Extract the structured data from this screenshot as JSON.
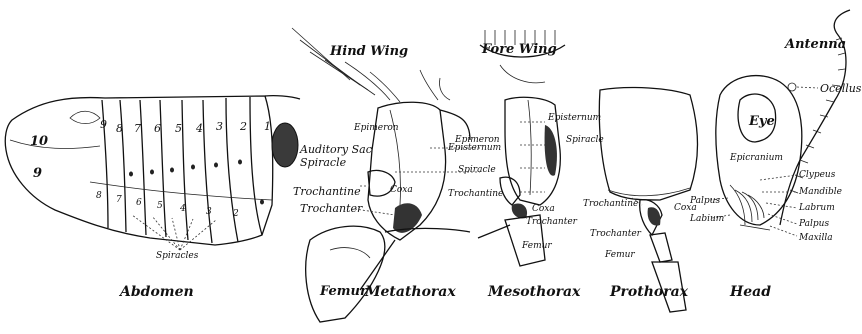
{
  "sections": [
    {
      "name": "abdomen",
      "caption": "Abdomen"
    },
    {
      "name": "metathorax",
      "caption": "Metathorax"
    },
    {
      "name": "mesothorax",
      "caption": "Mesothorax"
    },
    {
      "name": "prothorax",
      "caption": "Prothorax"
    },
    {
      "name": "head",
      "caption": "Head"
    }
  ],
  "abdomen": {
    "upper_numbers": [
      "10",
      "9",
      "8",
      "7",
      "6",
      "5",
      "4",
      "3",
      "2",
      "1"
    ],
    "lower_numbers": [
      "9",
      "8",
      "7",
      "6",
      "5",
      "4",
      "3",
      "2"
    ],
    "labels": {
      "spiracles": "Spiracles",
      "auditory_sac": "Auditory Sac",
      "spiracle": "Spiracle"
    }
  },
  "metathorax": {
    "labels": {
      "hind_wing": "Hind Wing",
      "epimeron": "Epimeron",
      "trochantine": "Trochantine",
      "trochanter": "Trochanter",
      "coxa": "Coxa",
      "femur": "Femur",
      "episternum": "Episternum"
    }
  },
  "mesothorax": {
    "labels": {
      "fore_wing": "Fore Wing",
      "epimeron": "Epimeron",
      "episternum": "Episternum",
      "spiracle_left": "Spiracle",
      "spiracle_right": "Spiracle",
      "trochantine": "Trochantine",
      "coxa": "Coxa",
      "trochanter": "Trochanter",
      "femur": "Femur"
    }
  },
  "prothorax": {
    "labels": {
      "trochantine": "Trochantine",
      "coxa": "Coxa",
      "trochanter": "Trochanter",
      "femur": "Femur"
    }
  },
  "head": {
    "labels": {
      "antenna": "Antenna",
      "ocellus": "Ocellus",
      "eye": "Eye",
      "epicranium": "Epicranium",
      "clypeus": "Clypeus",
      "mandible": "Mandible",
      "labrum": "Labrum",
      "palpus_left": "Palpus",
      "labium": "Labium",
      "palpus_right": "Palpus",
      "maxilla": "Maxilla"
    }
  }
}
